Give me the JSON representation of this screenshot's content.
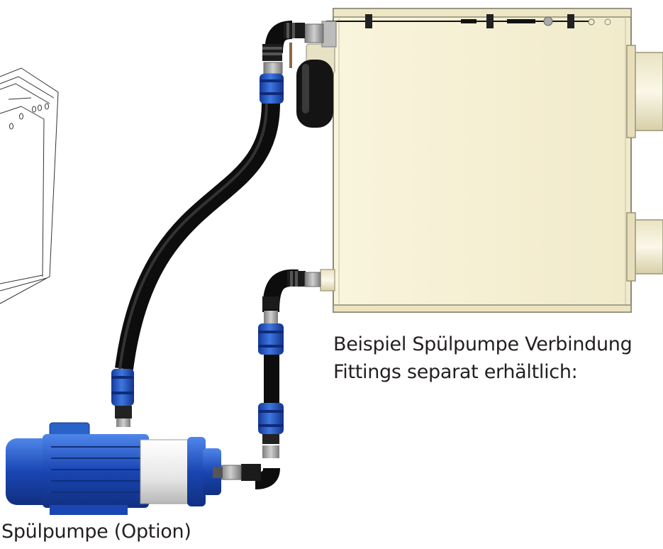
{
  "caption": {
    "connection_line1": "Beispiel Spülpumpe Verbindung",
    "connection_line2": "Fittings separat erhältlich:",
    "pump_label": "Spülpumpe (Option)"
  },
  "colors": {
    "tank_body": "#f6f0d2",
    "tank_outline": "#8c8a7a",
    "hose": "#111111",
    "coupling_blue": "#1e4fc0",
    "fitting_gray": "#9b9b9b",
    "pump_blue": "#2a63c8",
    "pump_chrome": "#e8e8e8"
  },
  "icons": [
    "tank-icon",
    "pump-icon",
    "hose-icon",
    "coupling-icon",
    "pressure-vessel-icon",
    "filter-housing-icon"
  ]
}
